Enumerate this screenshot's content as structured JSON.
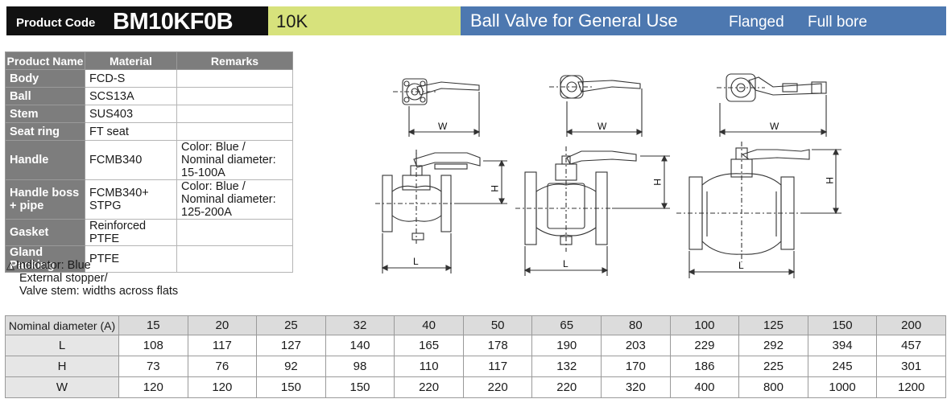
{
  "header": {
    "code_label": "Product Code",
    "code_value": "BM10KF0B",
    "pressure": "10K",
    "title": "Ball Valve for General Use",
    "type1": "Flanged",
    "type2": "Full bore"
  },
  "materials": {
    "headers": [
      "Product Name",
      "Material",
      "Remarks"
    ],
    "rows": [
      {
        "name": "Body",
        "material": "FCD-S",
        "remarks": ""
      },
      {
        "name": "Ball",
        "material": "SCS13A",
        "remarks": ""
      },
      {
        "name": "Stem",
        "material": "SUS403",
        "remarks": ""
      },
      {
        "name": "Seat ring",
        "material": "FT seat",
        "remarks": ""
      },
      {
        "name": "Handle",
        "material": "FCMB340",
        "remarks": "Color: Blue / Nominal diameter: 15-100A"
      },
      {
        "name": "Handle boss + pipe",
        "material": "FCMB340+ STPG",
        "remarks": "Color: Blue / Nominal diameter: 125-200A"
      },
      {
        "name": "Gasket",
        "material": "Reinforced PTFE",
        "remarks": ""
      },
      {
        "name": "Gland Packing",
        "material": "PTFE",
        "remarks": ""
      }
    ]
  },
  "notes": {
    "line1": "Indicator: Blue",
    "line2": "External stopper/",
    "line3": "Valve stem: widths across flats"
  },
  "drawing": {
    "dim_w": "W",
    "dim_h": "H",
    "dim_l": "L"
  },
  "dimensions": {
    "header_label": "Nominal diameter (A)",
    "sizes": [
      "15",
      "20",
      "25",
      "32",
      "40",
      "50",
      "65",
      "80",
      "100",
      "125",
      "150",
      "200"
    ],
    "rows": [
      {
        "label": "L",
        "values": [
          "108",
          "117",
          "127",
          "140",
          "165",
          "178",
          "190",
          "203",
          "229",
          "292",
          "394",
          "457"
        ]
      },
      {
        "label": "H",
        "values": [
          "73",
          "76",
          "92",
          "98",
          "110",
          "117",
          "132",
          "170",
          "186",
          "225",
          "245",
          "301"
        ]
      },
      {
        "label": "W",
        "values": [
          "120",
          "120",
          "150",
          "150",
          "220",
          "220",
          "220",
          "320",
          "400",
          "800",
          "1000",
          "1200"
        ]
      }
    ]
  }
}
